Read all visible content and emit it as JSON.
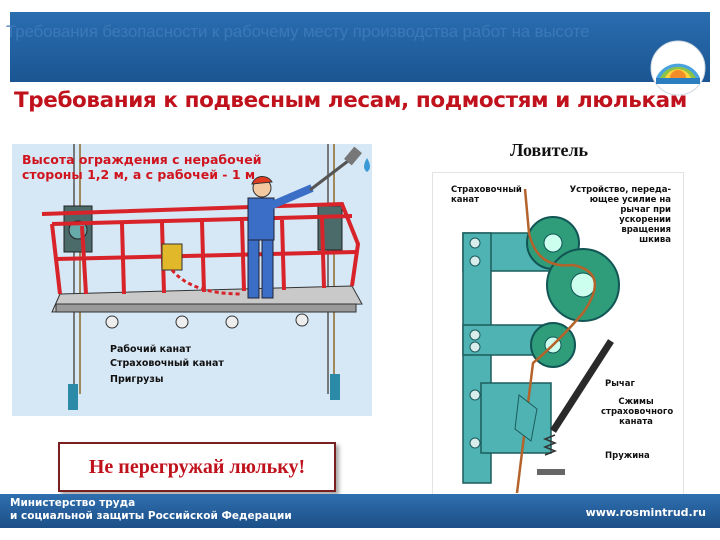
{
  "header": {
    "title": "Требования безопасности к рабочему месту производства работ на высоте"
  },
  "main": {
    "title": "Требования к подвесным лесам, подмостям и люлькам"
  },
  "scaffold": {
    "fence_note_line1": "Высота ограждения с нерабочей",
    "fence_note_line2": "стороны 1,2 м,  а с рабочей - 1 м",
    "labels": {
      "working_rope": "Рабочий канат",
      "safety_rope": "Страховочный канат",
      "weights": "Пригрузы"
    }
  },
  "warning": {
    "text": "Не перегружай люльку!"
  },
  "catcher": {
    "title": "Ловитель",
    "labels": {
      "safety_rope_line1": "Страховочный",
      "safety_rope_line2": "канат",
      "device_line1": "Устройство, переда-",
      "device_line2": "ющее усилие на",
      "device_line3": "рычаг при",
      "device_line4": "ускорении",
      "device_line5": "вращения",
      "device_line6": "шкива",
      "lever": "Рычаг",
      "jaws_line1": "Сжимы",
      "jaws_line2": "страховочного",
      "jaws_line3": "каната",
      "spring": "Пружина"
    }
  },
  "footer": {
    "ministry_line1": "Министерство труда",
    "ministry_line2": "и социальной защиты Российской Федерации",
    "url": "www.rosmintrud.ru"
  },
  "colors": {
    "header_blue": "#1f5d9c",
    "title_red": "#c0121c",
    "scaffold_red": "#d8232a",
    "panel_blue": "#d6e7f5",
    "mechanism_teal": "#3aa6a6"
  }
}
